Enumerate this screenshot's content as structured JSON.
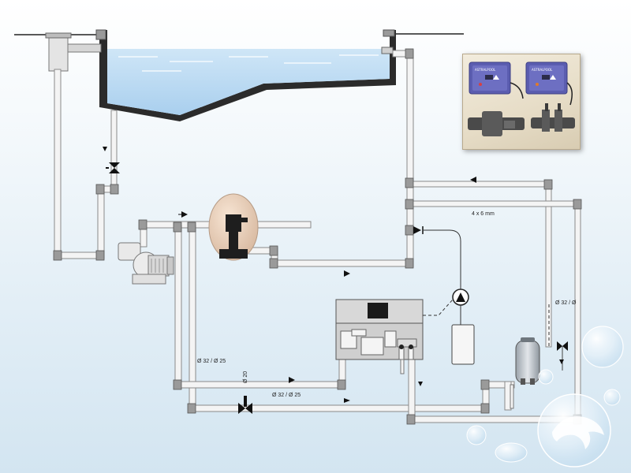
{
  "labels": {
    "tube_size": "4 x 6 mm",
    "dia_left": "Ø 32 / Ø 25",
    "dia_bottom": "Ø 32 / Ø 25",
    "dia_vertical": "Ø 20",
    "dia_right": "Ø 32 / Ø"
  },
  "photo": {
    "brand_a": "ASTRALPOOL",
    "brand_b": "ASTRALPOOL"
  },
  "colors": {
    "pipe_fill": "#f4f4f4",
    "pipe_stroke": "#8a8a8a",
    "water": "#bfdcf2",
    "basin_wall": "#2b2b2b",
    "valve": "#1a1a1a",
    "controller_box": "#5b5db0"
  }
}
